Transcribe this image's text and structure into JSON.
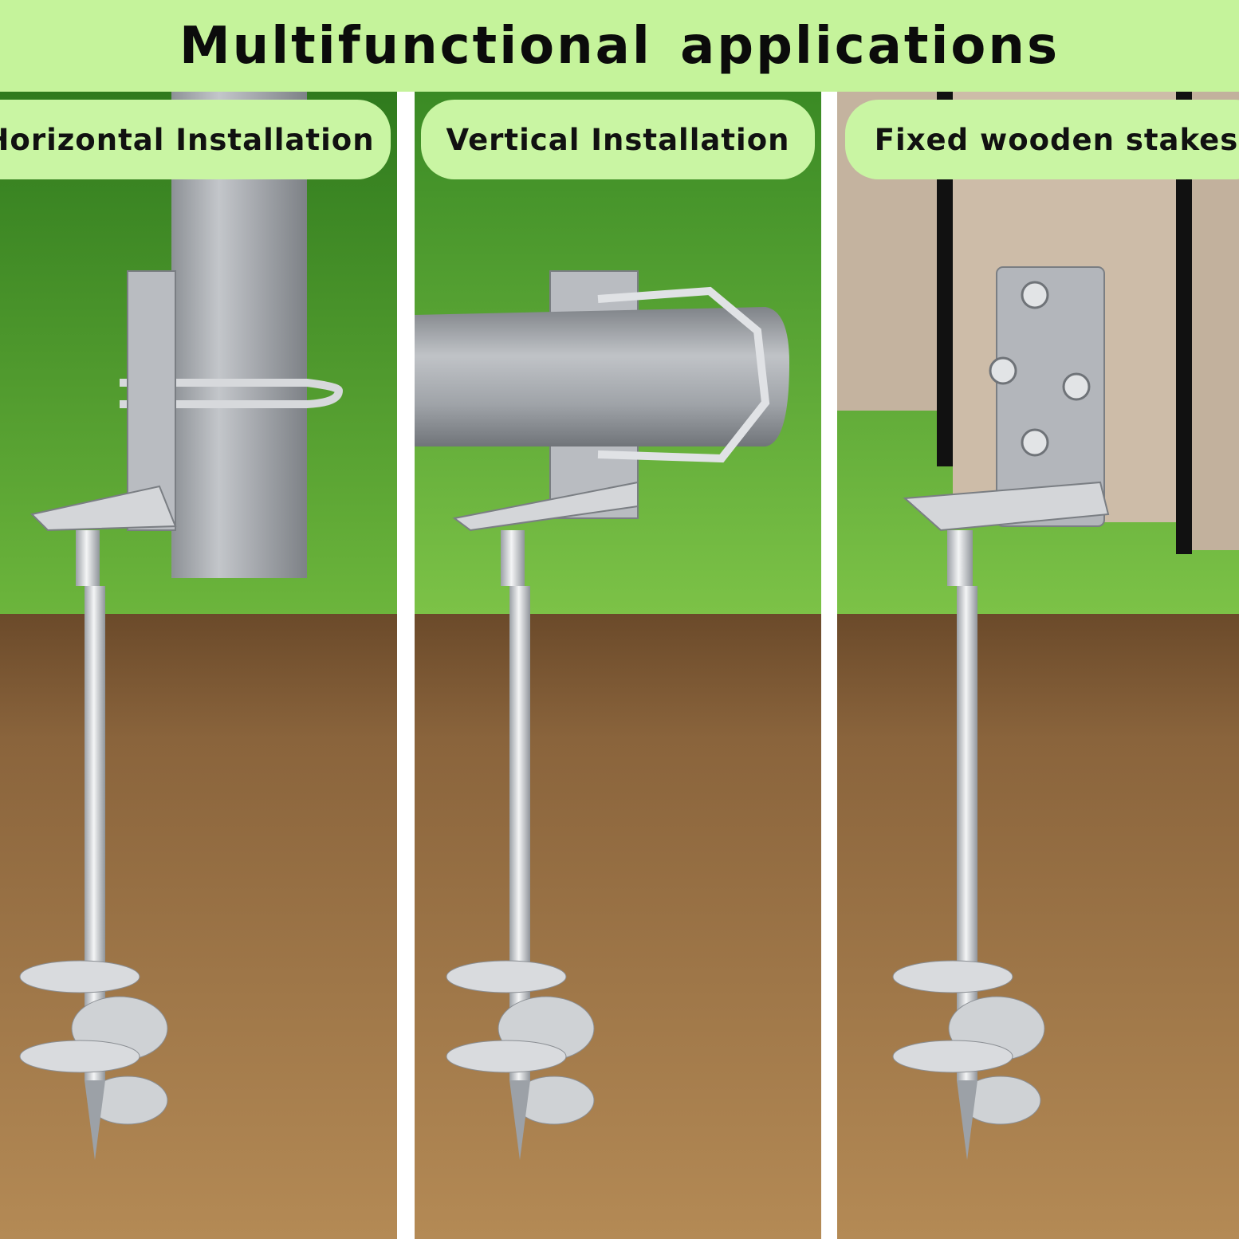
{
  "header": {
    "title": "Multifunctional applications"
  },
  "panels": [
    {
      "label": "Horizontal Installation"
    },
    {
      "label": "Vertical Installation"
    },
    {
      "label": "Fixed wooden stakes"
    }
  ],
  "colors": {
    "header_bg": "#c5f39b",
    "pill_bg": "#c9f5a3",
    "grass": "#4f9a2a",
    "soil": "#a9804e",
    "metal": "#c9ccd0",
    "wood": "#c7b6a2"
  },
  "icons": [
    "ground-anchor-icon",
    "pipe-icon",
    "u-bolt-icon",
    "wood-fence-icon"
  ]
}
